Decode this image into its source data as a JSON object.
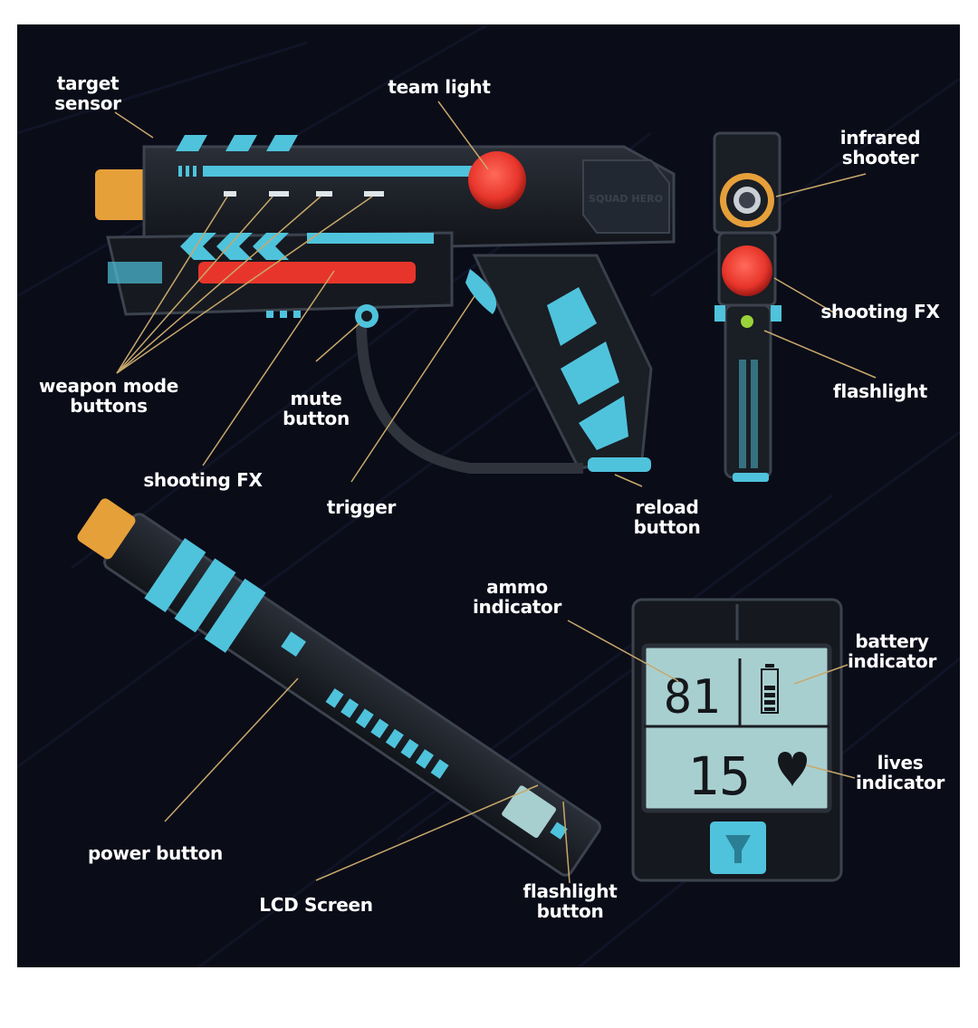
{
  "labels": {
    "target_sensor": "target\nsensor",
    "team_light": "team light",
    "infrared_shooter": "infrared\nshooter",
    "weapon_mode_buttons": "weapon mode\nbuttons",
    "mute_button": "mute\nbutton",
    "shooting_fx_gun": "shooting FX",
    "trigger": "trigger",
    "reload_button": "reload\nbutton",
    "shooting_fx_front": "shooting FX",
    "flashlight": "flashlight",
    "ammo_indicator": "ammo\nindicator",
    "battery_indicator": "battery\nindicator",
    "lives_indicator": "lives\nindicator",
    "power_button": "power button",
    "lcd_screen": "LCD Screen",
    "flashlight_button": "flashlight\nbutton"
  },
  "lcd": {
    "ammo": "81",
    "lives": "15"
  },
  "brand_text": "SQUAD HERO",
  "colors": {
    "background": "#0a0c18",
    "accent_cyan": "#4fc3dc",
    "team_red": "#e8352b",
    "muzzle_orange": "#e6a03a",
    "label_line": "#c8a86a",
    "lcd_green": "#a8cfd0"
  }
}
